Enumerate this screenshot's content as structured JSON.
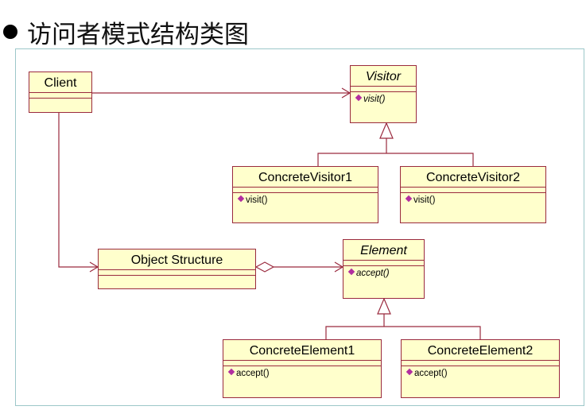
{
  "heading": {
    "text": "访问者模式结构类图"
  },
  "classes": {
    "client": {
      "name": "Client"
    },
    "visitor": {
      "name": "Visitor",
      "op": "visit()"
    },
    "concrete_visitor_1": {
      "name": "ConcreteVisitor1",
      "op": "visit()"
    },
    "concrete_visitor_2": {
      "name": "ConcreteVisitor2",
      "op": "visit()"
    },
    "object_structure": {
      "name": "Object Structure"
    },
    "element": {
      "name": "Element",
      "op": "accept()"
    },
    "concrete_element_1": {
      "name": "ConcreteElement1",
      "op": "accept()"
    },
    "concrete_element_2": {
      "name": "ConcreteElement2",
      "op": "accept()"
    }
  },
  "colors": {
    "class_fill": "#ffffcc",
    "class_border": "#9a2a3e",
    "line": "#9a2a3e",
    "operation_icon": "#b22ea0",
    "frame_border": "#9cc7c9"
  }
}
